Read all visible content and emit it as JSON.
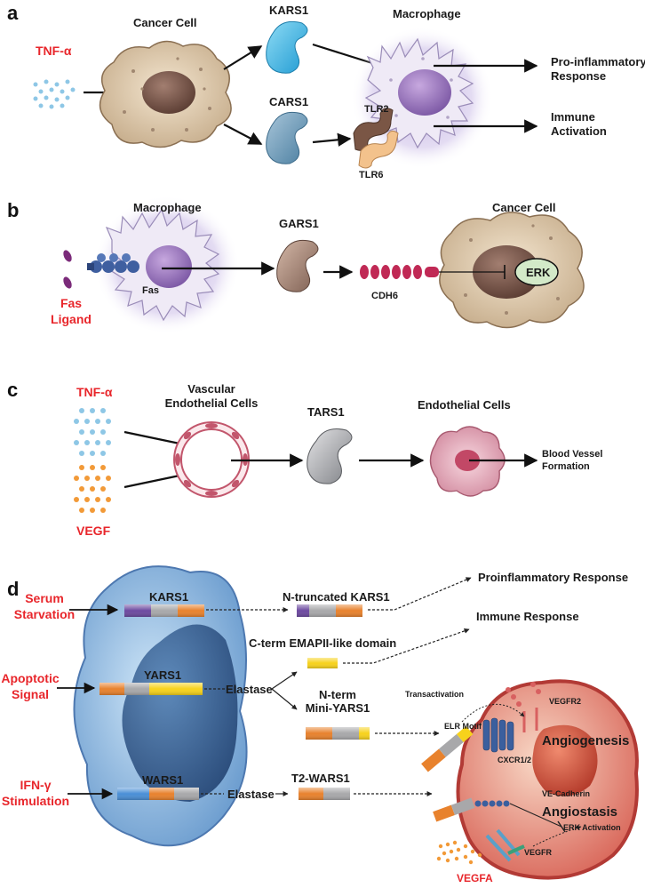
{
  "panels": {
    "a": {
      "letter": "a",
      "stimulus": "TNF-α",
      "source_cell": "Cancer Cell",
      "proteins": [
        "KARS1",
        "CARS1"
      ],
      "target_cell": "Macrophage",
      "receptors": [
        "TLR2",
        "TLR6"
      ],
      "outputs": [
        {
          "line1": "Pro-inflammatory",
          "line2": "Response"
        },
        {
          "line1": "Immune",
          "line2": "Activation"
        }
      ]
    },
    "b": {
      "letter": "b",
      "source_cell": "Macrophage",
      "receptor": "Fas",
      "stimulus_line1": "Fas",
      "stimulus_line2": "Ligand",
      "protein": "GARS1",
      "target_receptor": "CDH6",
      "target_cell": "Cancer Cell",
      "kinase": "ERK"
    },
    "c": {
      "letter": "c",
      "stimulus1": "TNF-α",
      "stimulus2": "VEGF",
      "source_cell_line1": "Vascular",
      "source_cell_line2": "Endothelial Cells",
      "protein": "TARS1",
      "target_cell": "Endothelial Cells",
      "output_line1": "Blood Vessel",
      "output_line2": "Formation"
    },
    "d": {
      "letter": "d",
      "stimuli": [
        {
          "line1": "Serum",
          "line2": "Starvation"
        },
        {
          "line1": "Apoptotic",
          "line2": "Signal"
        },
        {
          "line1": "IFN-γ",
          "line2": "Stimulation"
        }
      ],
      "proteins": [
        "KARS1",
        "YARS1",
        "WARS1"
      ],
      "elastase": "Elastase",
      "fragments": {
        "kars": "N-truncated KARS1",
        "yars_c": "C-term EMAPII-like domain",
        "yars_n_line1": "N-term",
        "yars_n_line2": "Mini-YARS1",
        "wars": "T2-WARS1"
      },
      "outcomes": [
        "Proinflammatory Response",
        "Immune Response"
      ],
      "cell_labels": {
        "transactivation": "Transactivation",
        "elr": "ELR Motif",
        "vegfr2": "VEGFR2",
        "angiogenesis": "Angiogenesis",
        "cxcr": "CXCR1/2",
        "vecadherin": "VE-Cadherin",
        "angiostasis": "Angiostasis",
        "erk": "ERK Activation",
        "vegfr": "VEGFR",
        "vegfa": "VEGFA"
      }
    }
  },
  "colors": {
    "accent_red": "#e8262b",
    "kars_blue": "#3cb4e5",
    "orange": "#e8822d",
    "yellow": "#f7d21c",
    "purple": "#6d4aa0"
  }
}
